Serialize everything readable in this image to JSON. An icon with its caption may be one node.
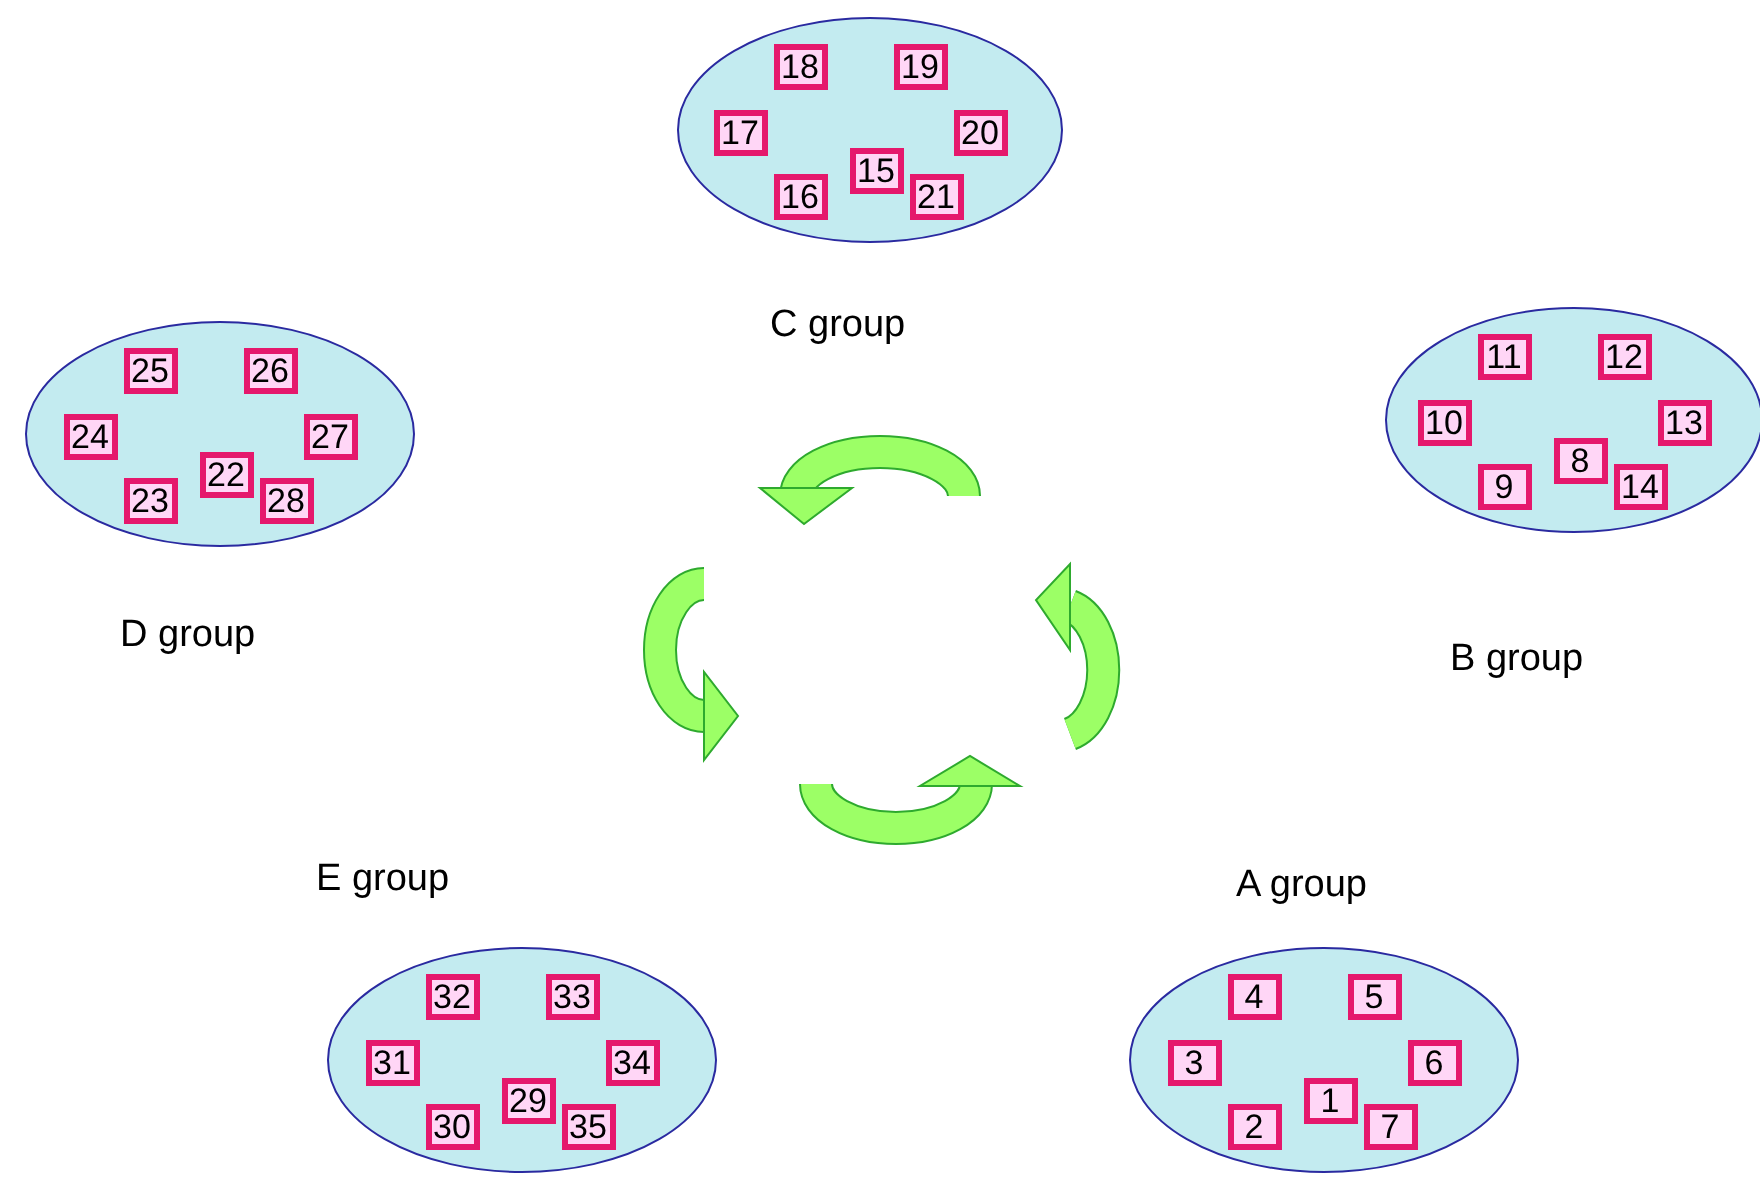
{
  "diagram": {
    "nodes": [
      {
        "text": [
          "C group"
        ]
      },
      {
        "text": [
          "18"
        ],
        "in": 0
      },
      {
        "text": [
          "19"
        ],
        "in": 0
      },
      {
        "text": [
          "17"
        ],
        "in": 0
      },
      {
        "text": [
          "20"
        ],
        "in": 0
      },
      {
        "text": [
          "15"
        ],
        "in": 0
      },
      {
        "text": [
          "16"
        ],
        "in": 0
      },
      {
        "text": [
          "21"
        ],
        "in": 0
      },
      {
        "text": [
          "D group"
        ]
      },
      {
        "text": [
          "25"
        ],
        "in": 8
      },
      {
        "text": [
          "26"
        ],
        "in": 8
      },
      {
        "text": [
          "24"
        ],
        "in": 8
      },
      {
        "text": [
          "27"
        ],
        "in": 8
      },
      {
        "text": [
          "22"
        ],
        "in": 8
      },
      {
        "text": [
          "23"
        ],
        "in": 8
      },
      {
        "text": [
          "28"
        ],
        "in": 8
      },
      {
        "text": [
          "B group"
        ]
      },
      {
        "text": [
          "11"
        ],
        "in": 16
      },
      {
        "text": [
          "12"
        ],
        "in": 16
      },
      {
        "text": [
          "10"
        ],
        "in": 16
      },
      {
        "text": [
          "13"
        ],
        "in": 16
      },
      {
        "text": [
          "8"
        ],
        "in": 16
      },
      {
        "text": [
          "9"
        ],
        "in": 16
      },
      {
        "text": [
          "14"
        ],
        "in": 16
      },
      {
        "text": [
          "E group"
        ]
      },
      {
        "text": [
          "32"
        ],
        "in": 24
      },
      {
        "text": [
          "33"
        ],
        "in": 24
      },
      {
        "text": [
          "31"
        ],
        "in": 24
      },
      {
        "text": [
          "34"
        ],
        "in": 24
      },
      {
        "text": [
          "29"
        ],
        "in": 24
      },
      {
        "text": [
          "30"
        ],
        "in": 24
      },
      {
        "text": [
          "35"
        ],
        "in": 24
      },
      {
        "text": [
          "A group"
        ]
      },
      {
        "text": [
          "4"
        ],
        "in": 32
      },
      {
        "text": [
          "5"
        ],
        "in": 32
      },
      {
        "text": [
          "3"
        ],
        "in": 32
      },
      {
        "text": [
          "6"
        ],
        "in": 32
      },
      {
        "text": [
          "1"
        ],
        "in": 32
      },
      {
        "text": [
          "2"
        ],
        "in": 32
      },
      {
        "text": [
          "7"
        ],
        "in": 32
      }
    ]
  }
}
